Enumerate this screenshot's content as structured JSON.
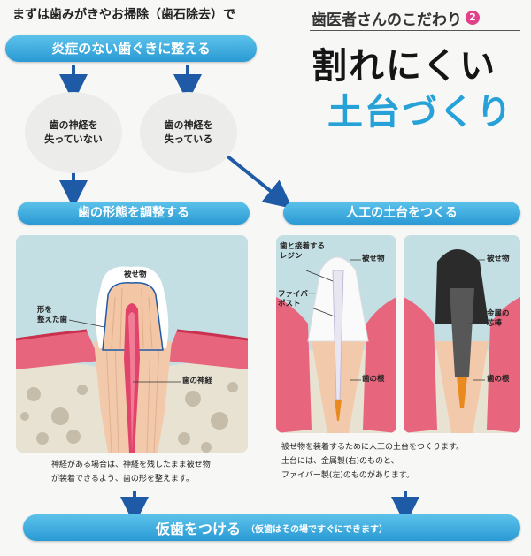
{
  "intro": "まずは歯みがきやお掃除（歯石除去）で",
  "banner1": "炎症のない歯ぐきに整える",
  "header": {
    "subtitle": "歯医者さんのこだわり",
    "num": "2",
    "title1": "割れにくい",
    "title2": "土台づくり"
  },
  "circle_left": [
    "歯の神経を",
    "失っていない"
  ],
  "circle_right": [
    "歯の神経を",
    "失っている"
  ],
  "banner_left": "歯の形態を調整する",
  "banner_right": "人工の土台をつくる",
  "left_labels": {
    "crown": "被せ物",
    "shaped1": "形を",
    "shaped2": "整えた歯",
    "nerve": "歯の神経"
  },
  "right_labels": {
    "resin1": "歯と接着する",
    "resin2": "レジン",
    "crown_a": "被せ物",
    "fiber1": "ファイバー",
    "fiber2": "ポスト",
    "root_a": "歯の根",
    "crown_b": "被せ物",
    "metal1": "金属の",
    "metal2": "芯棒",
    "root_b": "歯の根"
  },
  "caption_left": [
    "神経がある場合は、神経を残したまま被せ物",
    "が装着できるよう、歯の形を整えます。"
  ],
  "caption_right": [
    "被せ物を装着するために人工の土台をつくります。",
    "土台には、金属製(右)のものと、",
    "ファイバー製(左)のものがあります。"
  ],
  "bottom_main": "仮歯をつける",
  "bottom_sub": "（仮歯はその場ですぐにできます）"
}
